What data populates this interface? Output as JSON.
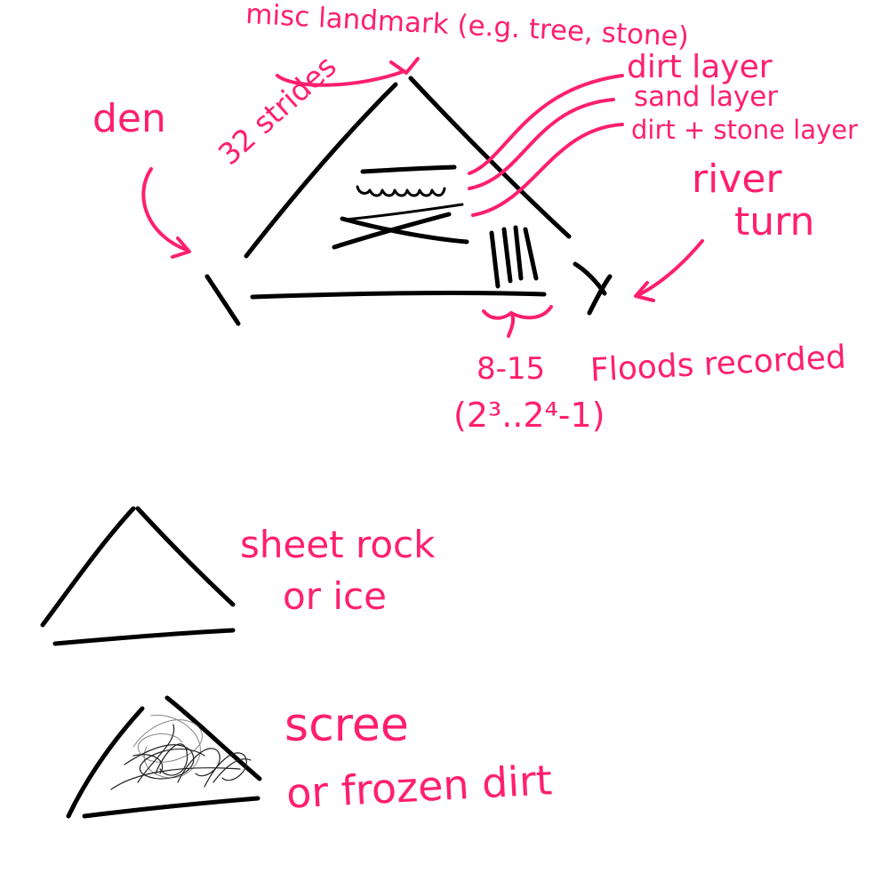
{
  "colors": {
    "ink": "#000000",
    "annotation": "#ff1f6e",
    "background": "#ffffff"
  },
  "labels": {
    "landmark": "misc landmark (e.g. tree, stone)",
    "dirt_layer": "dirt layer",
    "sand_layer": "sand layer",
    "dirt_stone_layer": "dirt + stone layer",
    "den": "den",
    "strides": "32 strides",
    "river_line1": "river",
    "river_line2": "turn",
    "floods_count": "8-15",
    "floods_text": "Floods recorded",
    "floods_range": "(2³..2⁴-1)",
    "sheet_line1": "sheet rock",
    "sheet_line2": "or ice",
    "scree_line1": "scree",
    "scree_line2": "or frozen dirt"
  }
}
